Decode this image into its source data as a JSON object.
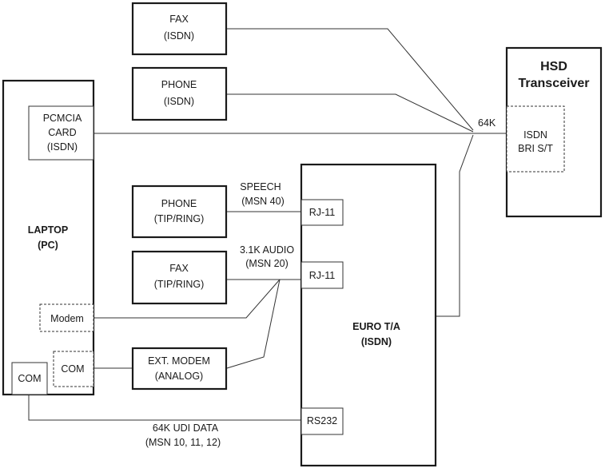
{
  "devices": {
    "fax_isdn": [
      "FAX",
      "(ISDN)"
    ],
    "phone_isdn": [
      "PHONE",
      "(ISDN)"
    ],
    "phone_tipring": [
      "PHONE",
      "(TIP/RING)"
    ],
    "fax_tipring": [
      "FAX",
      "(TIP/RING)"
    ],
    "ext_modem": [
      "EXT. MODEM",
      "(ANALOG)"
    ]
  },
  "laptop": {
    "title": [
      "LAPTOP",
      "(PC)"
    ],
    "pcmcia": [
      "PCMCIA",
      "CARD",
      "(ISDN)"
    ],
    "modem": "Modem",
    "com_dashed": "COM",
    "com_port": "COM"
  },
  "hsd": {
    "title": [
      "HSD",
      "Transceiver"
    ],
    "port": [
      "ISDN",
      "BRI S/T"
    ]
  },
  "euro_ta": {
    "title": [
      "EURO T/A",
      "(ISDN)"
    ],
    "ports": {
      "rj11_top": "RJ-11",
      "rj11_bottom": "RJ-11",
      "rs232": "RS232"
    }
  },
  "links": {
    "rate_64k": "64K",
    "speech": [
      "SPEECH",
      "(MSN 40)"
    ],
    "audio": [
      "3.1K AUDIO",
      "(MSN 20)"
    ],
    "udi": [
      "64K UDI DATA",
      "(MSN 10, 11, 12)"
    ]
  }
}
